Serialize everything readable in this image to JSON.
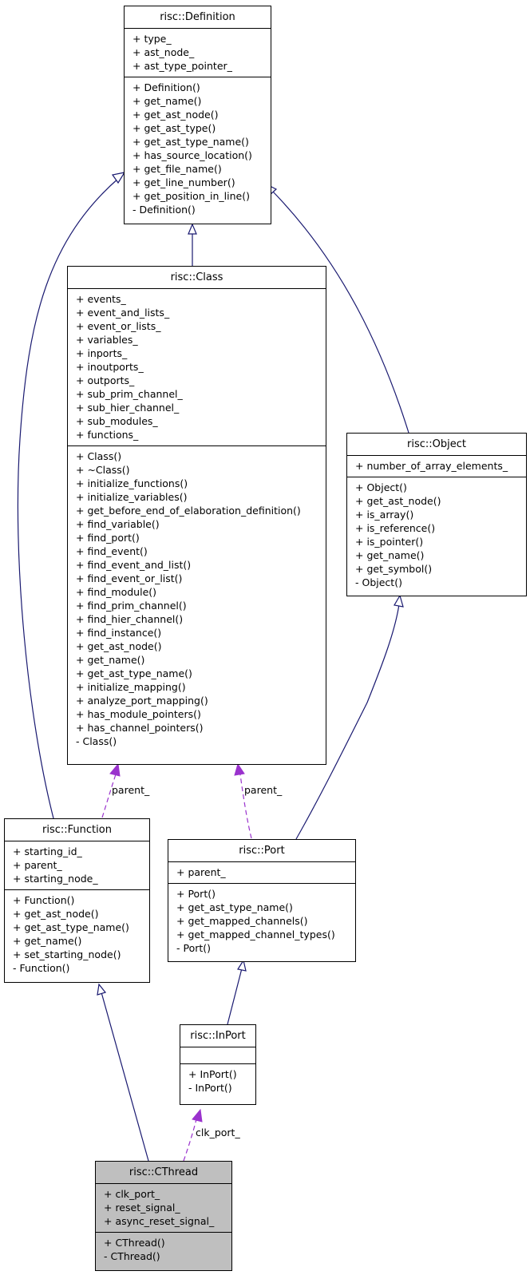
{
  "classes": {
    "definition": {
      "name": "risc::Definition",
      "attributes": [
        "+ type_",
        "+ ast_node_",
        "+ ast_type_pointer_"
      ],
      "methods": [
        "+ Definition()",
        "+ get_name()",
        "+ get_ast_node()",
        "+ get_ast_type()",
        "+ get_ast_type_name()",
        "+ has_source_location()",
        "+ get_file_name()",
        "+ get_line_number()",
        "+ get_position_in_line()",
        "- Definition()"
      ]
    },
    "class": {
      "name": "risc::Class",
      "attributes": [
        "+ events_",
        "+ event_and_lists_",
        "+ event_or_lists_",
        "+ variables_",
        "+ inports_",
        "+ inoutports_",
        "+ outports_",
        "+ sub_prim_channel_",
        "+ sub_hier_channel_",
        "+ sub_modules_",
        "+ functions_"
      ],
      "methods": [
        "+ Class()",
        "+ ~Class()",
        "+ initialize_functions()",
        "+ initialize_variables()",
        "+ get_before_end_of_elaboration_definition()",
        "+ find_variable()",
        "+ find_port()",
        "+ find_event()",
        "+ find_event_and_list()",
        "+ find_event_or_list()",
        "+ find_module()",
        "+ find_prim_channel()",
        "+ find_hier_channel()",
        "+ find_instance()",
        "+ get_ast_node()",
        "+ get_name()",
        "+ get_ast_type_name()",
        "+ initialize_mapping()",
        "+ analyze_port_mapping()",
        "+ has_module_pointers()",
        "+ has_channel_pointers()",
        "- Class()"
      ]
    },
    "object": {
      "name": "risc::Object",
      "attributes": [
        "+ number_of_array_elements_"
      ],
      "methods": [
        "+ Object()",
        "+ get_ast_node()",
        "+ is_array()",
        "+ is_reference()",
        "+ is_pointer()",
        "+ get_name()",
        "+ get_symbol()",
        "- Object()"
      ]
    },
    "function": {
      "name": "risc::Function",
      "attributes": [
        "+ starting_id_",
        "+ parent_",
        "+ starting_node_"
      ],
      "methods": [
        "+ Function()",
        "+ get_ast_node()",
        "+ get_ast_type_name()",
        "+ get_name()",
        "+ set_starting_node()",
        "- Function()"
      ]
    },
    "port": {
      "name": "risc::Port",
      "attributes": [
        "+ parent_"
      ],
      "methods": [
        "+ Port()",
        "+ get_ast_type_name()",
        "+ get_mapped_channels()",
        "+ get_mapped_channel_types()",
        "- Port()"
      ]
    },
    "inport": {
      "name": "risc::InPort",
      "attributes": [],
      "methods": [
        "+ InPort()",
        "- InPort()"
      ]
    },
    "cthread": {
      "name": "risc::CThread",
      "attributes": [
        "+ clk_port_",
        "+ reset_signal_",
        "+ async_reset_signal_"
      ],
      "methods": [
        "+ CThread()",
        "- CThread()"
      ]
    }
  },
  "edge_labels": {
    "function_parent": "parent_",
    "port_parent": "parent_",
    "clk_port": "clk_port_"
  },
  "colors": {
    "inheritance": "#191970",
    "usage": "#9a32cd",
    "highlight_fill": "#bfbfbf"
  }
}
